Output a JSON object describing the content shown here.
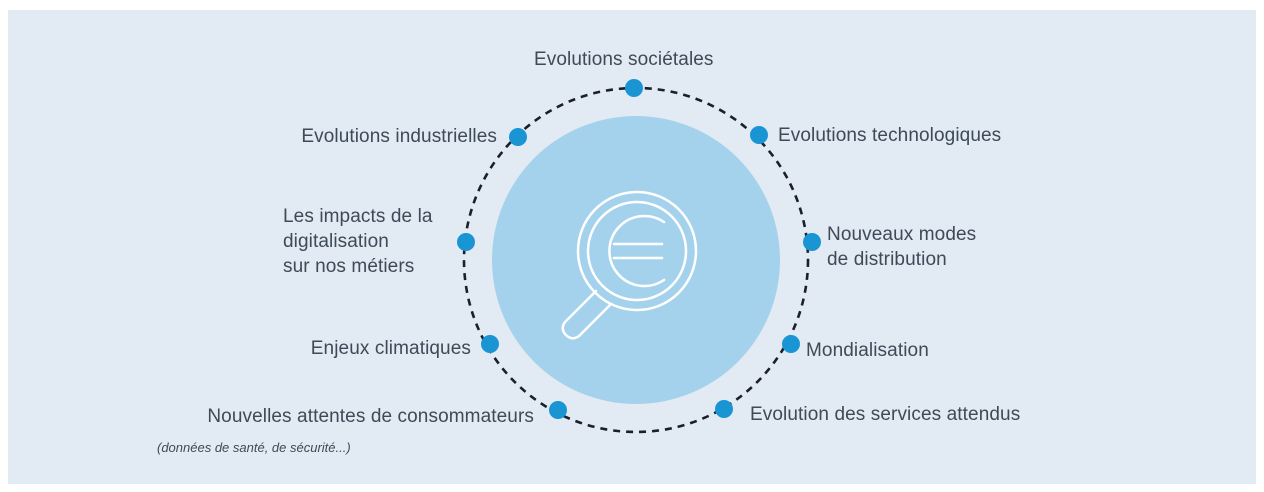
{
  "colors": {
    "background": "#e2eaf3",
    "circle_fill": "#a4d2ec",
    "node": "#1a95d3",
    "ring": "#1a1f2b",
    "icon_stroke": "#ffffff",
    "text": "#3d4a57"
  },
  "center_icon": "magnifier-euro-icon",
  "labels": {
    "top": "Evolutions sociétales",
    "top_right": "Evolutions technologiques",
    "right_upper_1": "Nouveaux modes",
    "right_upper_2": "de distribution",
    "right_lower": "Mondialisation",
    "bottom_right": "Evolution des services attendus",
    "bottom_left": "Nouvelles attentes de consommateurs",
    "bottom_left_note": "(données de santé, de sécurité...)",
    "left_lower": "Enjeux climatiques",
    "left_upper_1": "Les impacts de la",
    "left_upper_2": "digitalisation",
    "left_upper_3": "sur nos métiers",
    "top_left": "Evolutions industrielles"
  }
}
